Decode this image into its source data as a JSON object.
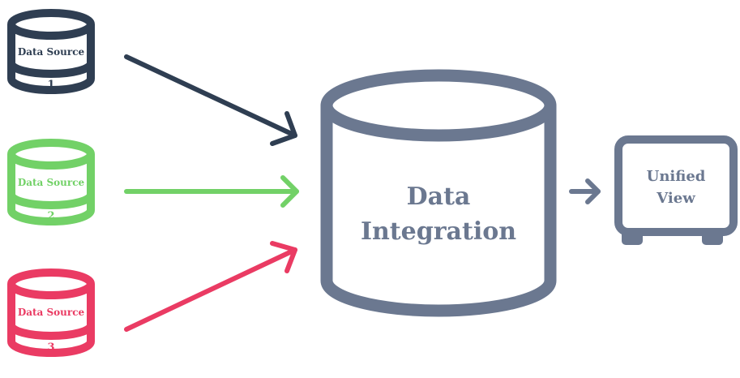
{
  "sources": [
    {
      "title": "Data Source",
      "number": "1",
      "color": "#2f3e52"
    },
    {
      "title": "Data Source",
      "number": "2",
      "color": "#72d167"
    },
    {
      "title": "Data Source",
      "number": "3",
      "color": "#ea3b63"
    }
  ],
  "hub": {
    "line1": "Data",
    "line2": "Integration",
    "color": "#6b7890"
  },
  "output": {
    "line1": "Unified",
    "line2": "View",
    "color": "#6b7890"
  }
}
